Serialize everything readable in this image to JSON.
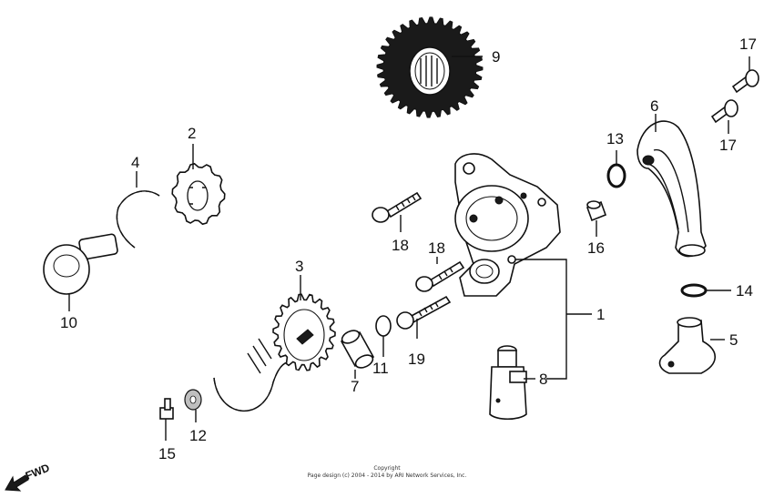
{
  "callouts": [
    {
      "id": "c1",
      "text": "1"
    },
    {
      "id": "c2",
      "text": "2"
    },
    {
      "id": "c3",
      "text": "3"
    },
    {
      "id": "c4",
      "text": "4"
    },
    {
      "id": "c5",
      "text": "5"
    },
    {
      "id": "c6",
      "text": "6"
    },
    {
      "id": "c7",
      "text": "7"
    },
    {
      "id": "c8",
      "text": "8"
    },
    {
      "id": "c9",
      "text": "9"
    },
    {
      "id": "c10",
      "text": "10"
    },
    {
      "id": "c11",
      "text": "11"
    },
    {
      "id": "c12",
      "text": "12"
    },
    {
      "id": "c13",
      "text": "13"
    },
    {
      "id": "c14",
      "text": "14"
    },
    {
      "id": "c15",
      "text": "15"
    },
    {
      "id": "c16",
      "text": "16"
    },
    {
      "id": "c17a",
      "text": "17"
    },
    {
      "id": "c17b",
      "text": "17"
    },
    {
      "id": "c18a",
      "text": "18"
    },
    {
      "id": "c18b",
      "text": "18"
    },
    {
      "id": "c19",
      "text": "19"
    }
  ],
  "direction_label": "FWD",
  "copyright": {
    "line1": "Copyright",
    "line2": "Page design (c) 2004 - 2014 by ARI Network Services, Inc."
  }
}
